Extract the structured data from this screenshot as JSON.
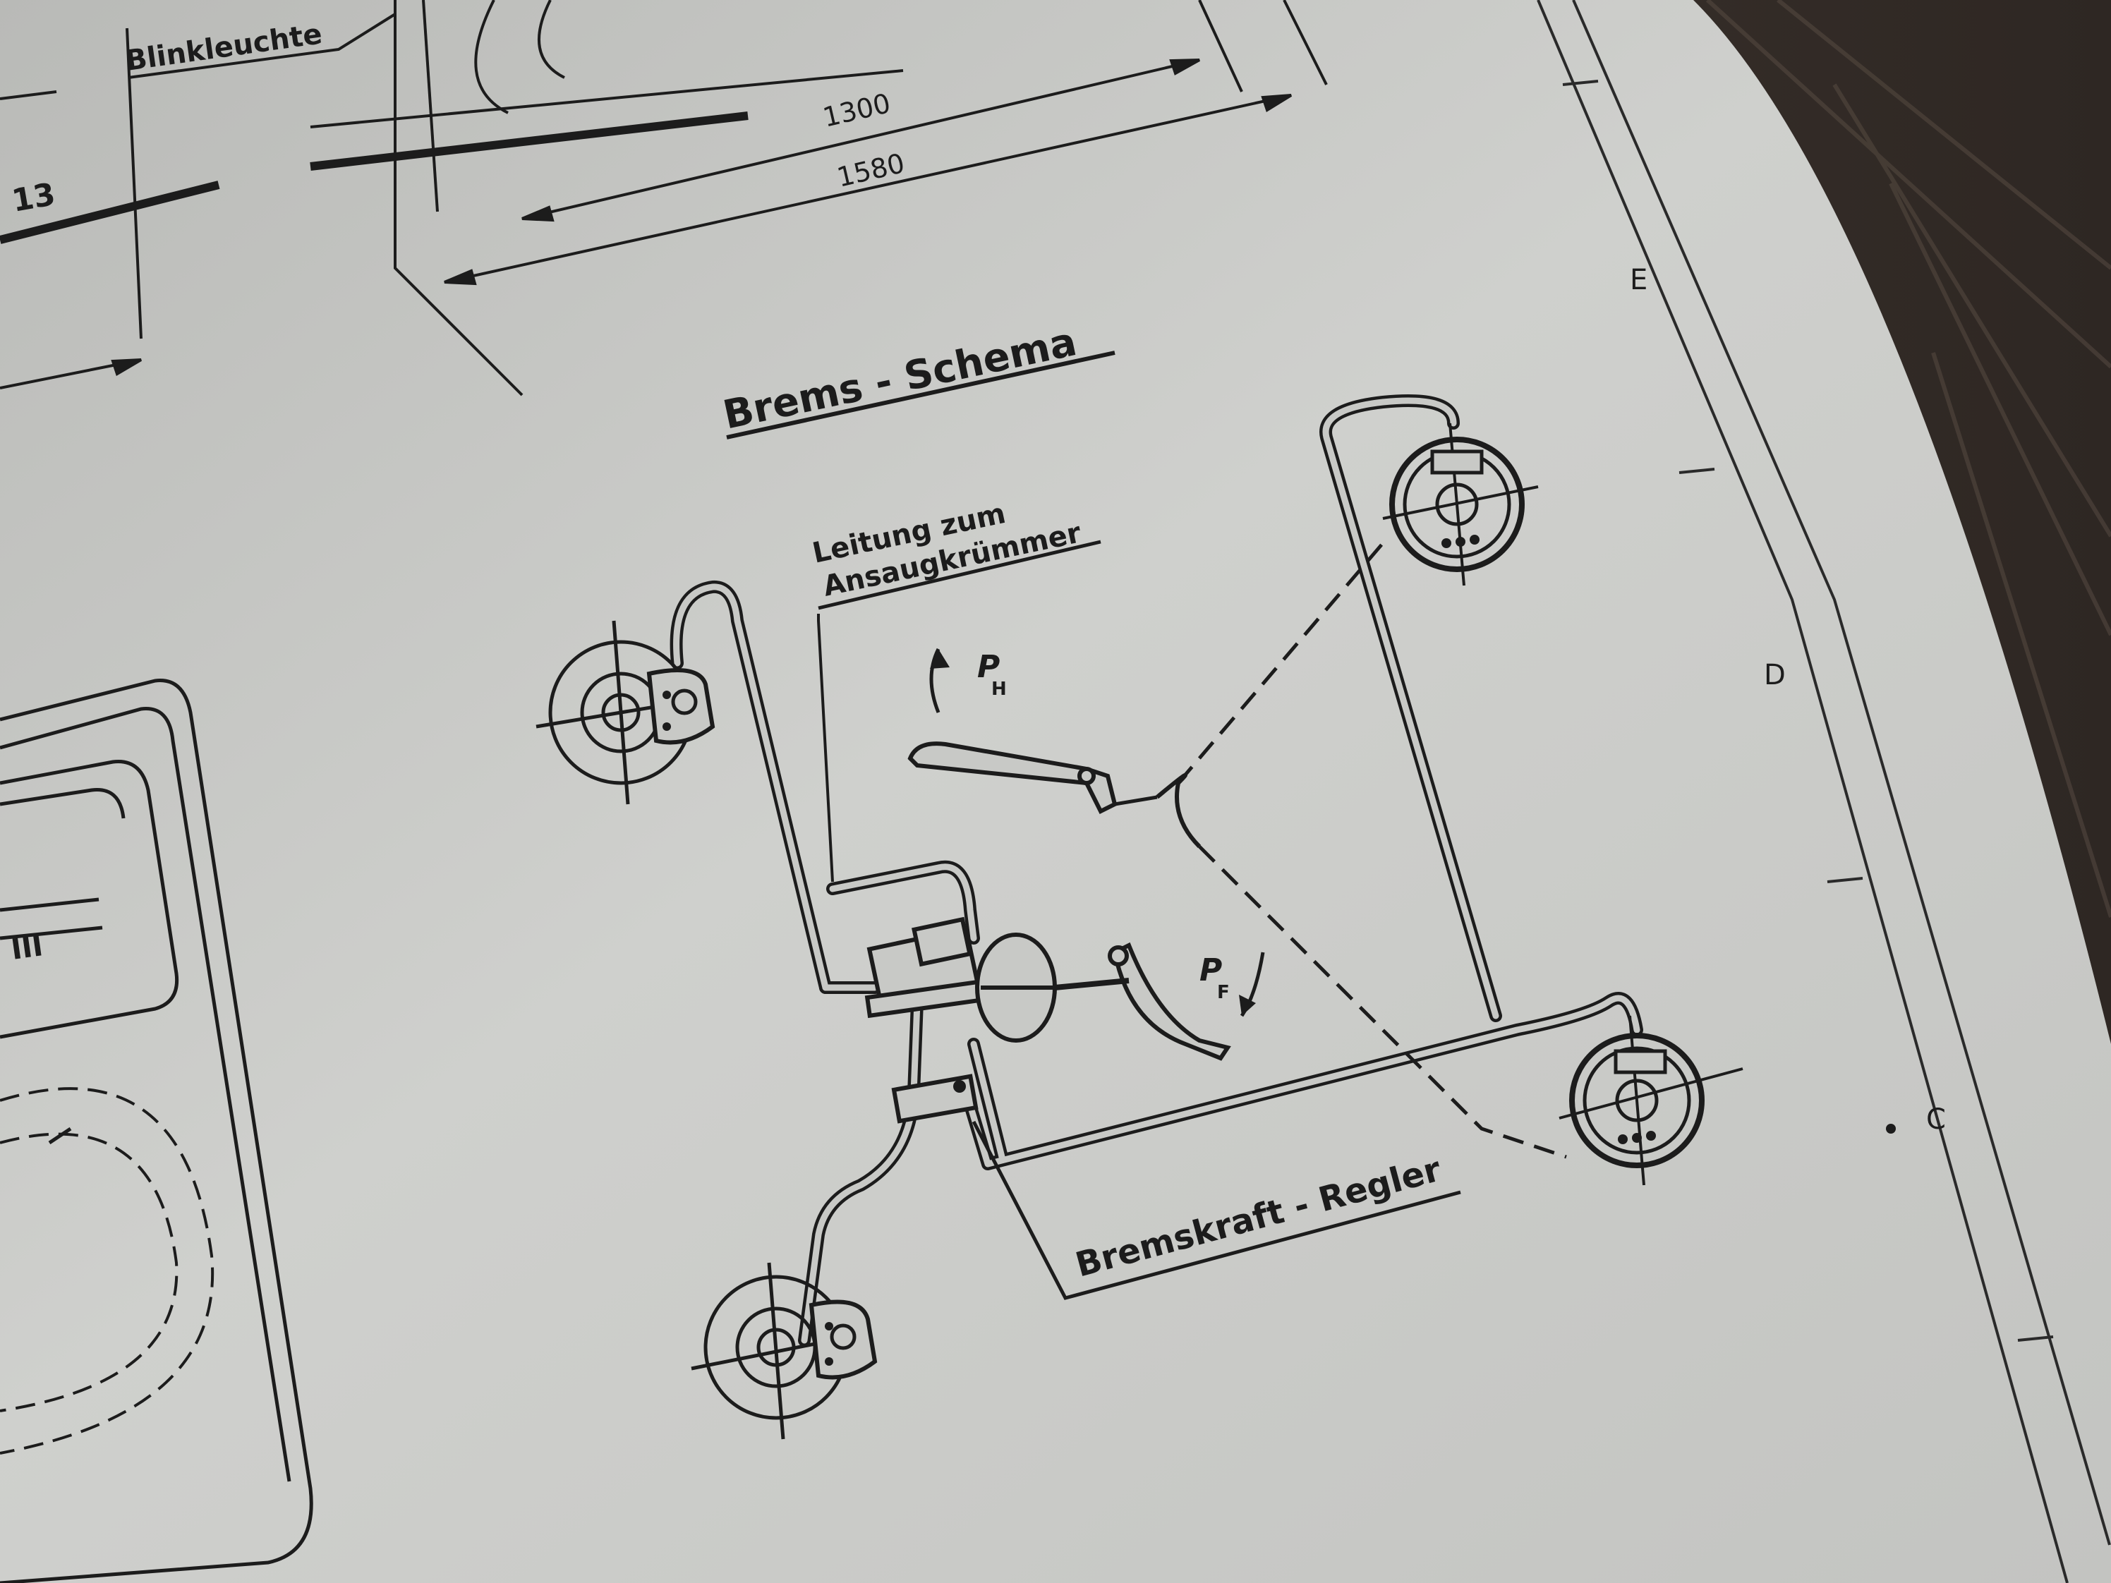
{
  "drawing": {
    "top_labels": {
      "blinkleuchte": "Blinkleuchte",
      "partial_13": "13",
      "dim_1300": "1300",
      "dim_1580": "1580"
    },
    "title": "Brems - Schema",
    "leitung_line1": "Leitung  zum",
    "leitung_line2": "Ansaugkrümmer",
    "ph_label": "P",
    "ph_sub": "H",
    "pf_label": "P",
    "pf_sub": "F",
    "regler_label": "Bremskraft - Regler",
    "roman_numeral": "III",
    "zone_letters": [
      "E",
      "D",
      "C"
    ]
  },
  "colors": {
    "paper": "#c8c9c6",
    "ink": "#1c1c1c",
    "table": "#3c342e"
  }
}
